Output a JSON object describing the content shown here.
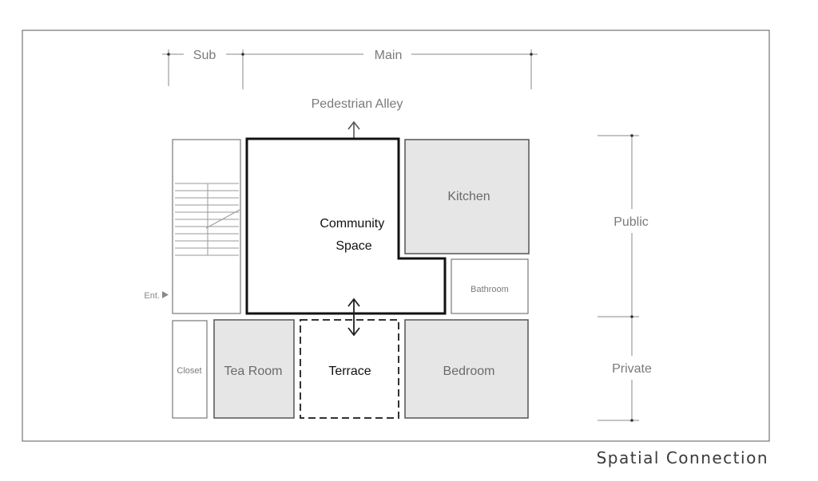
{
  "dimensions": {
    "sub": "Sub",
    "main": "Main"
  },
  "access": {
    "alley": "Pedestrian Alley",
    "entrance": "Ent."
  },
  "rooms": {
    "community": [
      "Community",
      "Space"
    ],
    "kitchen": "Kitchen",
    "bathroom": "Bathroom",
    "closet": "Closet",
    "tea_room": "Tea Room",
    "terrace": "Terrace",
    "bedroom": "Bedroom"
  },
  "zones": {
    "public": "Public",
    "private": "Private"
  },
  "caption": "Spatial Connection",
  "colors": {
    "room_fill": "#e6e6e6",
    "line": "#555555",
    "bold_line": "#111111",
    "label": "#7a7a7a"
  }
}
